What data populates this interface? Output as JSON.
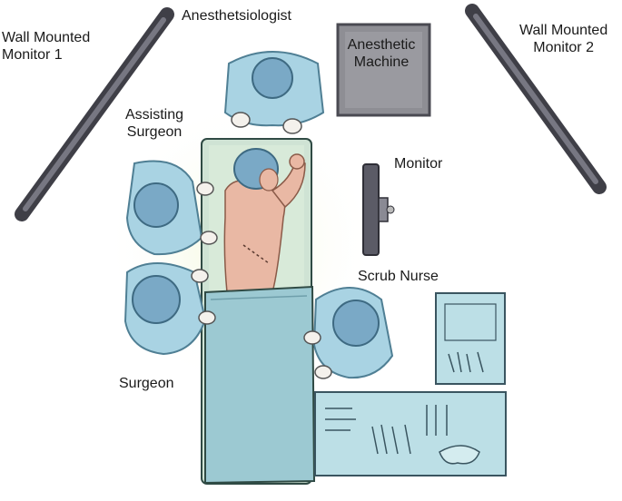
{
  "labels": {
    "wall_monitor_1": [
      "Wall Mounted",
      "Monitor 1"
    ],
    "anesthesiologist": "Anesthetsiologist",
    "anesthetic_machine": [
      "Anesthetic",
      "Machine"
    ],
    "wall_monitor_2": [
      "Wall Mounted",
      "Monitor 2"
    ],
    "assisting_surgeon": [
      "Assisting",
      "Surgeon"
    ],
    "monitor": "Monitor",
    "scrub_nurse": "Scrub Nurse",
    "surgeon": "Surgeon"
  },
  "colors": {
    "scrubs": "#a9d3e3",
    "scrubs_dark": "#6fa6bf",
    "cap": "#7aa9c6",
    "drape": "#9cc9d2",
    "drape_dark": "#6f9fab",
    "skin": "#e9b8a4",
    "monitor": "#5b5b66",
    "machine": "#8e8e94",
    "tray": "#bcdfe6",
    "tray_border": "#3a5560"
  }
}
